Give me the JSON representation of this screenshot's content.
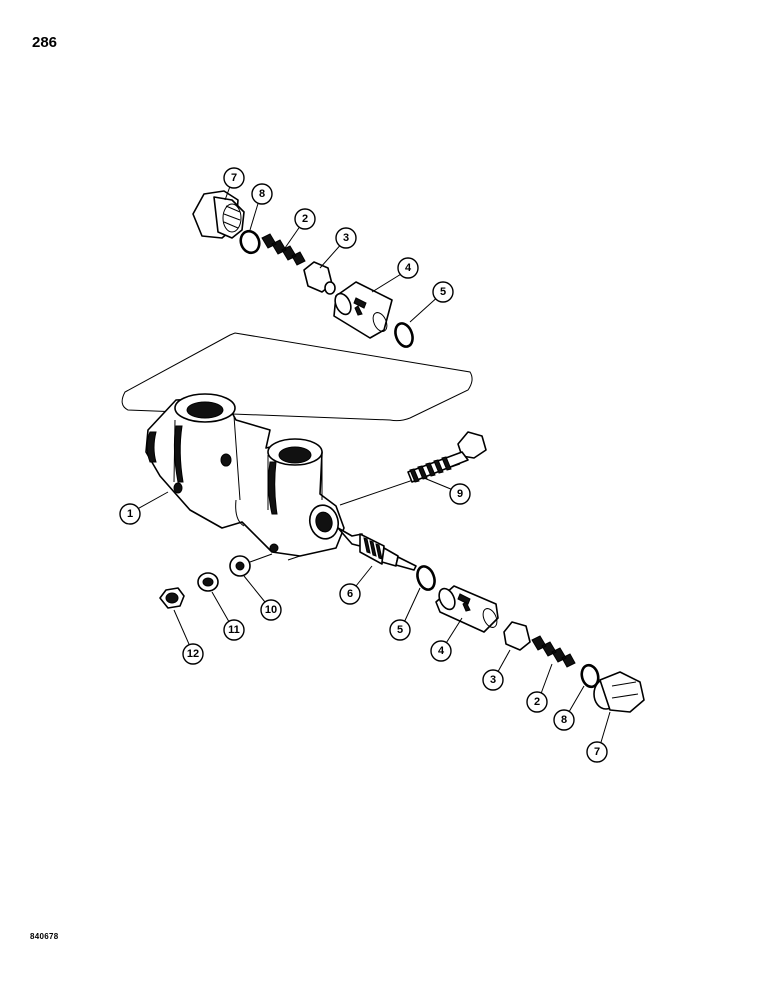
{
  "page": {
    "number": "286",
    "figure_code": "840678"
  },
  "callouts": [
    "1",
    "2",
    "2",
    "3",
    "3",
    "4",
    "4",
    "5",
    "5",
    "6",
    "7",
    "7",
    "8",
    "8",
    "9",
    "10",
    "11",
    "12"
  ]
}
